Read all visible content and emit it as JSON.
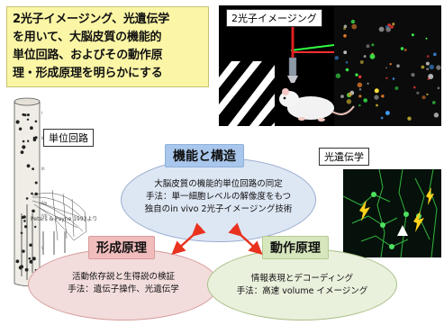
{
  "title": {
    "lines": [
      "2光子イメージング、光遺伝学",
      "を用いて、大脳皮質の機能的",
      "単位回路、およびその動作原",
      "理・形成原理を明らかにする"
    ]
  },
  "imaging": {
    "label": "2光子イメージング"
  },
  "unit_circuit": {
    "label": "単位回路",
    "citation": "Peters & Payne 1993より"
  },
  "optogenetics": {
    "label": "光遺伝学"
  },
  "function_structure": {
    "tag": "機能と構造",
    "lines": [
      "大脳皮質の機能的単位回路の同定",
      "手法：単一細胞レベルの解像度をもつ",
      "独自のin vivo 2光子イメージング技術"
    ]
  },
  "formation": {
    "tag": "形成原理",
    "lines": [
      "活動依存説と生得説の検証",
      "手法：遺伝子操作、光遺伝学"
    ]
  },
  "operation": {
    "tag": "動作原理",
    "lines": [
      "情報表現とデコーディング",
      "手法：高速 volume イメージング"
    ]
  },
  "colors": {
    "title_bg": "#fbf6a6",
    "arrow": "#e8321e",
    "top_ellipse": "#dde6f3",
    "left_ellipse": "#f2dcdc",
    "right_ellipse": "#e9f0dc"
  }
}
